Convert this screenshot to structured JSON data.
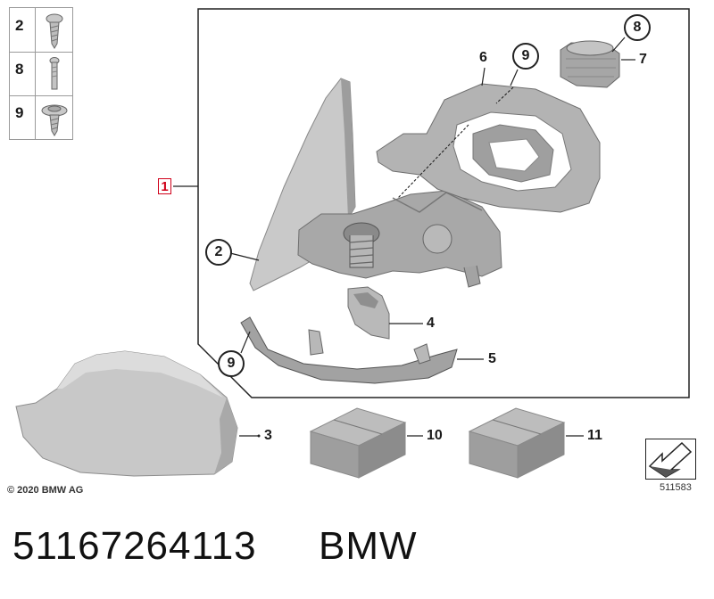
{
  "hardware_legend": {
    "rows": [
      {
        "number": "2",
        "icon": "torx-screw-icon"
      },
      {
        "number": "8",
        "icon": "pin-screw-icon"
      },
      {
        "number": "9",
        "icon": "flange-screw-icon"
      }
    ]
  },
  "callouts": {
    "assembly": "1",
    "c2": "2",
    "c3": "3",
    "c4": "4",
    "c5": "5",
    "c6": "6",
    "c7": "7",
    "c8": "8",
    "c9_top": "9",
    "c9_bottom": "9",
    "c10": "10",
    "c11": "11"
  },
  "copyright": "© 2020 BMW AG",
  "figure_number": "511583",
  "footer": {
    "part_number": "51167264113",
    "brand": "BMW"
  },
  "colors": {
    "part_gray": "#b8b8b8",
    "part_dark": "#8a8a8a",
    "highlight_red": "#d0021b",
    "line": "#222222"
  }
}
